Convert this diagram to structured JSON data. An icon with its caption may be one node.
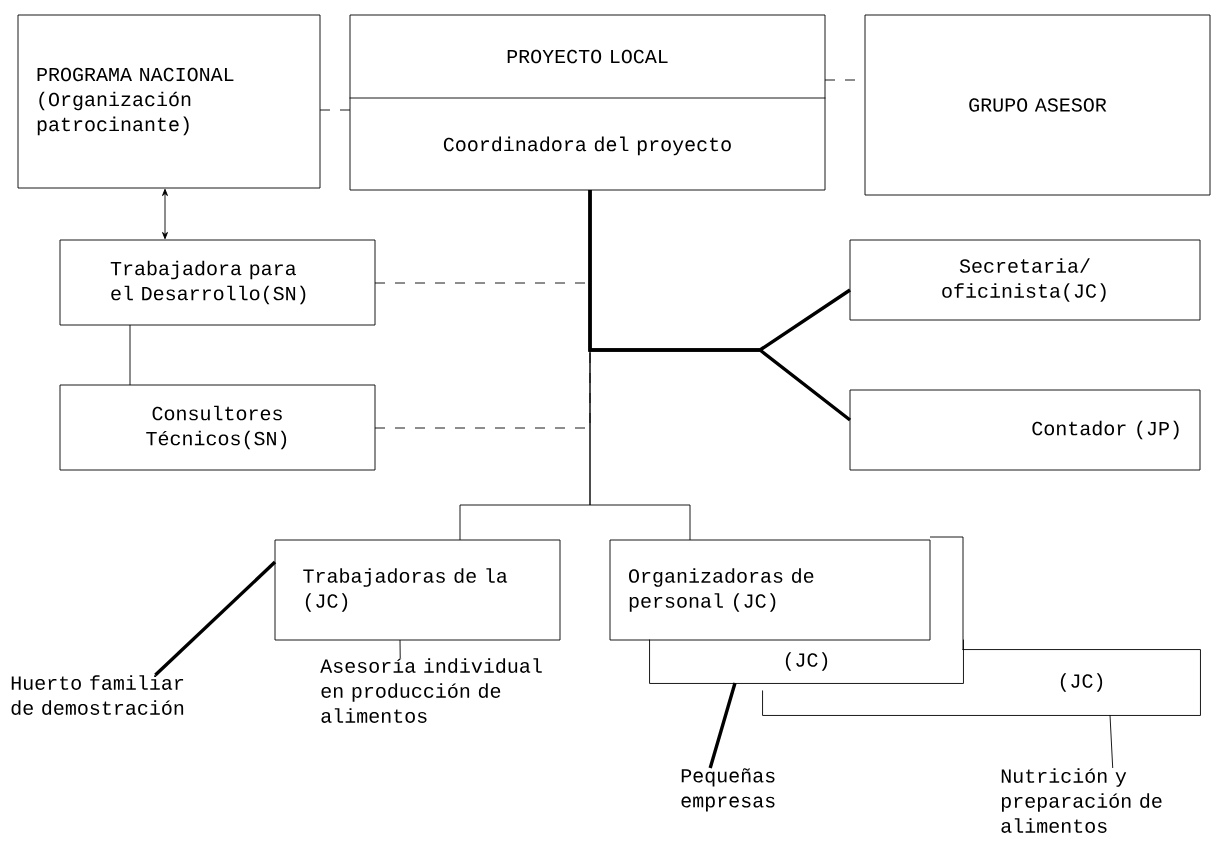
{
  "diagram": {
    "nodes": [
      {
        "text": [
          "PROGRAMA NACIONAL",
          "(Organización patrocinante)"
        ]
      },
      {
        "text": [
          "PROYECTO LOCAL",
          "Coordinadora del proyecto"
        ]
      },
      {
        "text": [
          "GRUPO ASESOR"
        ]
      },
      {
        "text": [
          "Trabajadora para el Desarrollo(SN)"
        ]
      },
      {
        "text": [
          "Consultores Técnicos(SN)"
        ]
      },
      {
        "text": [
          "Secretaria/ oficinista(JC)"
        ]
      },
      {
        "text": [
          "Contador (JP)"
        ]
      },
      {
        "text": [
          "Trabajadoras de la (JC)"
        ]
      },
      {
        "text": [
          "Organizadoras de personal (JC)"
        ]
      },
      {
        "text": [
          "(JC)"
        ]
      },
      {
        "text": [
          "(JC)"
        ]
      },
      {
        "text": [
          "Huerto familiar de demostración"
        ]
      },
      {
        "text": [
          "Asesoría individual en producción de alimentos"
        ]
      },
      {
        "text": [
          "Pequeñas empresas"
        ]
      },
      {
        "text": [
          "Nutrición y preparación de alimentos"
        ]
      }
    ],
    "edges": [
      {
        "from": 0,
        "to": 1,
        "arrow": "none",
        "style": "dashed"
      },
      {
        "from": 1,
        "to": 2,
        "arrow": "none",
        "style": "dashed"
      },
      {
        "from": 0,
        "to": 3,
        "arrow": "both"
      },
      {
        "from": 3,
        "to": 4,
        "arrow": "none"
      },
      {
        "from": 3,
        "to": 1,
        "arrow": "none",
        "style": "dashed"
      },
      {
        "from": 4,
        "to": 1,
        "arrow": "none",
        "style": "dashed"
      },
      {
        "from": 1,
        "to": 5,
        "arrow": "none",
        "style": "thick"
      },
      {
        "from": 1,
        "to": 6,
        "arrow": "none",
        "style": "thick"
      },
      {
        "from": 1,
        "to": 7,
        "arrow": "none"
      },
      {
        "from": 1,
        "to": 8,
        "arrow": "none"
      },
      {
        "from": 11,
        "to": 7,
        "arrow": "none",
        "style": "thick"
      },
      {
        "from": 12,
        "to": 7,
        "arrow": "none"
      },
      {
        "from": 8,
        "to": 10,
        "arrow": "none"
      },
      {
        "from": 13,
        "to": 9,
        "arrow": "none",
        "style": "thick"
      },
      {
        "from": 14,
        "to": 10,
        "arrow": "none"
      }
    ]
  }
}
